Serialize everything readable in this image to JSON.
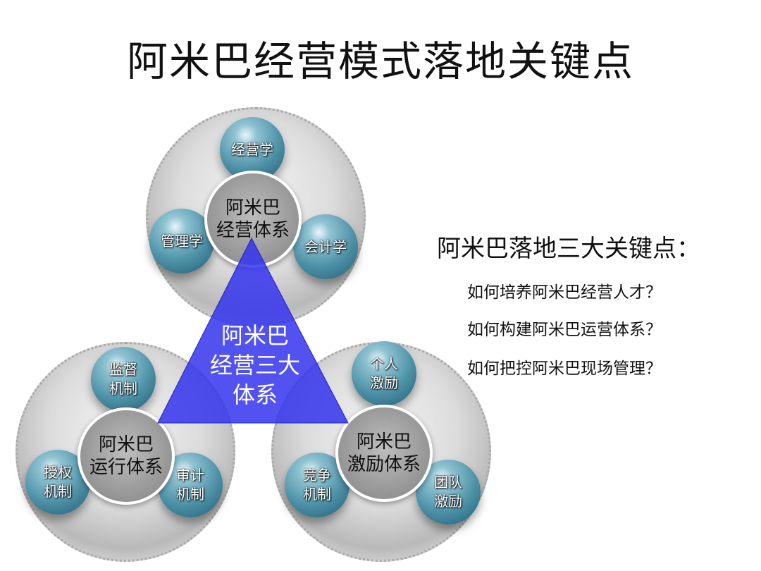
{
  "title": "阿米巴经营模式落地关键点",
  "center": {
    "line1": "阿米巴",
    "line2": "经营三大",
    "line3": "体系",
    "color": "#3434ee"
  },
  "systems": [
    {
      "line1": "阿米巴",
      "line2": "经营体系",
      "spheres": [
        [
          "经营学"
        ],
        [
          "管理学"
        ],
        [
          "会计学"
        ]
      ]
    },
    {
      "line1": "阿米巴",
      "line2": "运行体系",
      "spheres": [
        [
          "监督",
          "机制"
        ],
        [
          "授权",
          "机制"
        ],
        [
          "审计",
          "机制"
        ]
      ]
    },
    {
      "line1": "阿米巴",
      "line2": "激励体系",
      "spheres": [
        [
          "个人",
          "激励"
        ],
        [
          "竞争",
          "机制"
        ],
        [
          "团队",
          "激励"
        ]
      ]
    }
  ],
  "side": {
    "heading": "阿米巴落地三大关键点：",
    "items": [
      "如何培养阿米巴经营人才？",
      "如何构建阿米巴运营体系？",
      "如何把控阿米巴现场管理？"
    ]
  }
}
